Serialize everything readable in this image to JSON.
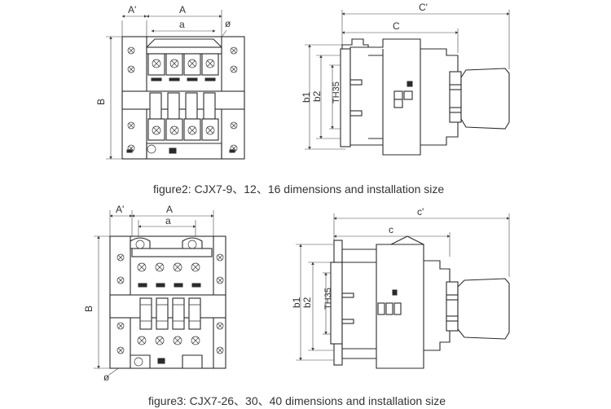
{
  "figure2": {
    "caption": "figure2: CJX7-9、12、16 dimensions and installation size",
    "front_labels": {
      "a_prime": "A'",
      "a_upper": "A",
      "a_lower": "a",
      "phi": "ø",
      "b": "B"
    },
    "side_labels": {
      "c_prime": "C'",
      "c": "C",
      "b1": "b1",
      "b2": "b2",
      "th35": "TH35"
    }
  },
  "figure3": {
    "caption": "figure3: CJX7-26、30、40 dimensions and installation size",
    "front_labels": {
      "a_prime": "A'",
      "a_upper": "A",
      "a_lower": "a",
      "phi": "ø",
      "b": "B"
    },
    "side_labels": {
      "c_prime": "c'",
      "c": "c",
      "b1": "b1",
      "b2": "b2",
      "th35": "TH35"
    }
  }
}
